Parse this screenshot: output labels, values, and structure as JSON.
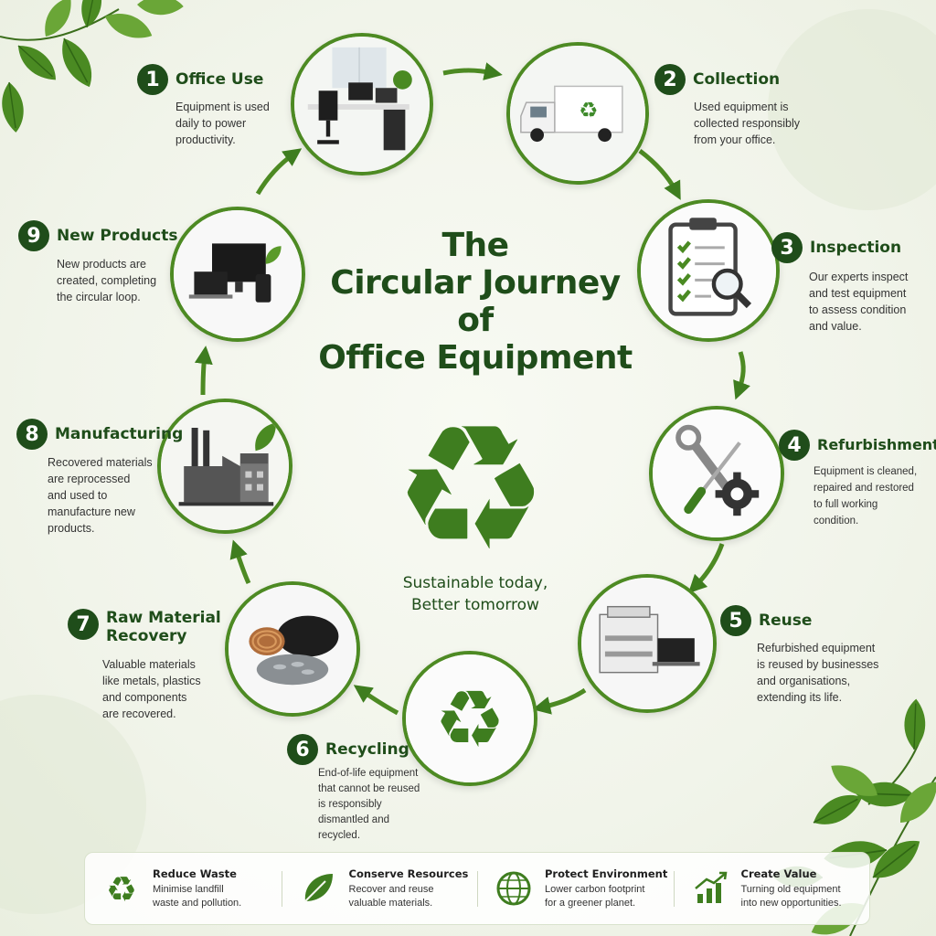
{
  "title": {
    "line1": "The",
    "line2": "Circular Journey",
    "line3": "of",
    "line4": "Office Equipment"
  },
  "tagline": {
    "line1": "Sustainable today,",
    "line2": "Better tomorrow"
  },
  "colors": {
    "accent": "#4d8a23",
    "dark_green": "#1f4d1a",
    "leaf_green": "#3e7d1f"
  },
  "steps": [
    {
      "number": "1",
      "name": "Office Use",
      "icon": "office-desk-icon",
      "desc": [
        "Equipment is used",
        "daily to power",
        "productivity."
      ]
    },
    {
      "number": "2",
      "name": "Collection",
      "icon": "recycling-truck-icon",
      "desc": [
        "Used equipment is",
        "collected responsibly",
        "from your office."
      ]
    },
    {
      "number": "3",
      "name": "Inspection",
      "icon": "clipboard-checklist-icon",
      "desc": [
        "Our experts inspect",
        "and test equipment",
        "to assess condition",
        "and value."
      ]
    },
    {
      "number": "4",
      "name": "Refurbishment",
      "icon": "wrench-screwdriver-gear-icon",
      "desc": [
        "Equipment is cleaned,",
        "repaired and restored",
        "to full working",
        "condition."
      ]
    },
    {
      "number": "5",
      "name": "Reuse",
      "icon": "printer-laptop-icon",
      "desc": [
        "Refurbished equipment",
        "is reused by businesses",
        "and organisations,",
        "extending its life."
      ]
    },
    {
      "number": "6",
      "name": "Recycling",
      "icon": "recycle-symbol-icon",
      "desc": [
        "End-of-life equipment",
        "that cannot be reused",
        "is responsibly",
        "dismantled and",
        "recycled."
      ]
    },
    {
      "number": "7",
      "name": "Raw Material",
      "name2": "Recovery",
      "icon": "raw-materials-icon",
      "desc": [
        "Valuable materials",
        "like metals, plastics",
        "and components",
        "are recovered."
      ]
    },
    {
      "number": "8",
      "name": "Manufacturing",
      "icon": "factory-icon",
      "desc": [
        "Recovered materials",
        "are reprocessed",
        "and used to",
        "manufacture new",
        "products."
      ]
    },
    {
      "number": "9",
      "name": "New Products",
      "icon": "new-devices-icon",
      "desc": [
        "New products are",
        "created, completing",
        "the circular loop."
      ]
    }
  ],
  "benefits": [
    {
      "title": "Reduce Waste",
      "text1": "Minimise landfill",
      "text2": "waste and pollution.",
      "icon": "recycle-icon"
    },
    {
      "title": "Conserve Resources",
      "text1": "Recover and reuse",
      "text2": "valuable materials.",
      "icon": "leaf-icon"
    },
    {
      "title": "Protect Environment",
      "text1": "Lower carbon footprint",
      "text2": "for a greener planet.",
      "icon": "globe-icon"
    },
    {
      "title": "Create Value",
      "text1": "Turning old equipment",
      "text2": "into new opportunities.",
      "icon": "growth-chart-icon"
    }
  ]
}
